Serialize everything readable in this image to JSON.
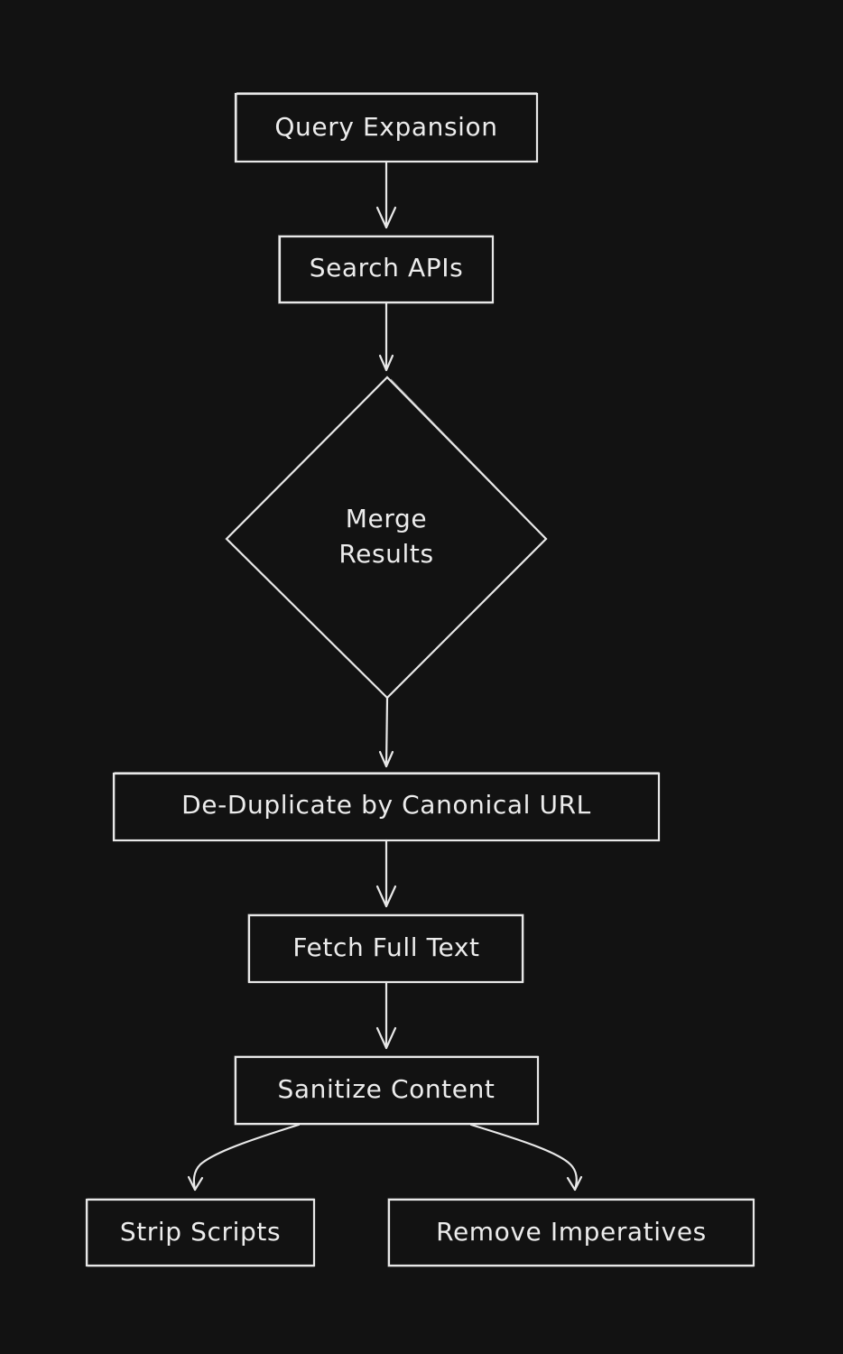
{
  "diagram": {
    "colors": {
      "background": "#121212",
      "stroke": "#e8e8e8",
      "text": "#ececec"
    },
    "nodes": {
      "query_expansion": {
        "label": "Query Expansion",
        "shape": "rectangle"
      },
      "search_apis": {
        "label": "Search APIs",
        "shape": "rectangle"
      },
      "merge_results": {
        "label_line1": "Merge",
        "label_line2": "Results",
        "shape": "diamond"
      },
      "dedupe": {
        "label": "De-Duplicate by Canonical URL",
        "shape": "rectangle"
      },
      "fetch_full_text": {
        "label": "Fetch Full Text",
        "shape": "rectangle"
      },
      "sanitize_content": {
        "label": "Sanitize Content",
        "shape": "rectangle"
      },
      "strip_scripts": {
        "label": "Strip Scripts",
        "shape": "rectangle"
      },
      "remove_imperatives": {
        "label": "Remove Imperatives",
        "shape": "rectangle"
      }
    },
    "edges": [
      {
        "from": "query_expansion",
        "to": "search_apis"
      },
      {
        "from": "search_apis",
        "to": "merge_results"
      },
      {
        "from": "merge_results",
        "to": "dedupe"
      },
      {
        "from": "dedupe",
        "to": "fetch_full_text"
      },
      {
        "from": "fetch_full_text",
        "to": "sanitize_content"
      },
      {
        "from": "sanitize_content",
        "to": "strip_scripts"
      },
      {
        "from": "sanitize_content",
        "to": "remove_imperatives"
      }
    ]
  }
}
